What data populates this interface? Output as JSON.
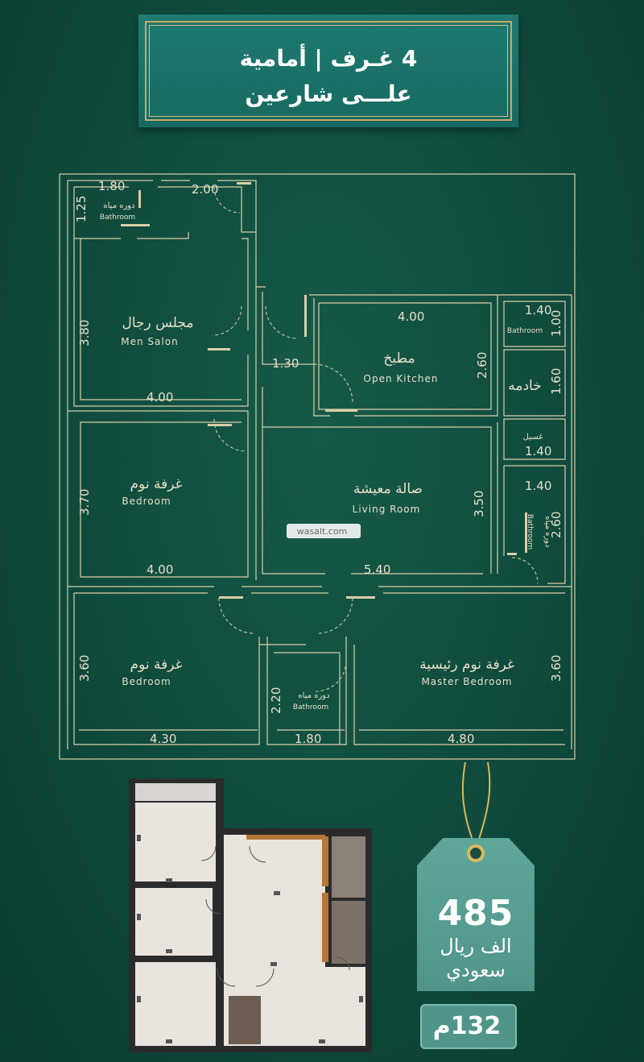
{
  "banner": {
    "line1": "4 غـرف | أمامية",
    "line2": "علـــى شارعين"
  },
  "watermark": "wasalt.com",
  "rooms": {
    "bathroom_top": {
      "ar": "دوره مياه",
      "en": "Bathroom"
    },
    "men_salon": {
      "ar": "مجلس رجال",
      "en": "Men Salon"
    },
    "kitchen": {
      "ar": "مطبخ",
      "en": "Open Kitchen"
    },
    "maid": {
      "ar": "خادمه"
    },
    "maid_bath": {
      "en": "Bathroom"
    },
    "laundry": {
      "ar": "غسيل"
    },
    "bedroom1": {
      "ar": "غرفة نوم",
      "en": "Bedroom"
    },
    "living": {
      "ar": "صالة معيشة",
      "en": "Living Room"
    },
    "bathroom_right": {
      "ar": "دوره مياه",
      "en": "Bathroom"
    },
    "bedroom2": {
      "ar": "غرفة نوم",
      "en": "Bedroom"
    },
    "bathroom_mid": {
      "ar": "دوره مياه",
      "en": "Bathroom"
    },
    "master": {
      "ar": "غرفة نوم رئيسية",
      "en": "Master Bedroom"
    }
  },
  "dims": {
    "d180_top": "1.80",
    "d200_top": "2.00",
    "d125": "1.25",
    "d380": "3.80",
    "d400_salon": "4.00",
    "d130": "1.30",
    "d400_kitchen": "4.00",
    "d260_kitchen": "2.60",
    "d140_maidbath": "1.40",
    "d100": "1.00",
    "d160": "1.60",
    "d140_laundry": "1.40",
    "d370": "3.70",
    "d400_bed": "4.00",
    "d350": "3.50",
    "d540": "5.40",
    "d140_bath": "1.40",
    "d260_bath": "2.60",
    "d360_left": "3.60",
    "d430": "4.30",
    "d220": "2.20",
    "d180_bath": "1.80",
    "d480": "4.80",
    "d360_right": "3.60"
  },
  "price": {
    "number": "485",
    "currency_line1": "الف ريال",
    "currency_line2": "سعودي"
  },
  "area": "132م",
  "colors": {
    "background": "#0f4a3c",
    "banner": "#1f7a70",
    "gold": "#c9a86a",
    "tag": "#5fa79b"
  }
}
